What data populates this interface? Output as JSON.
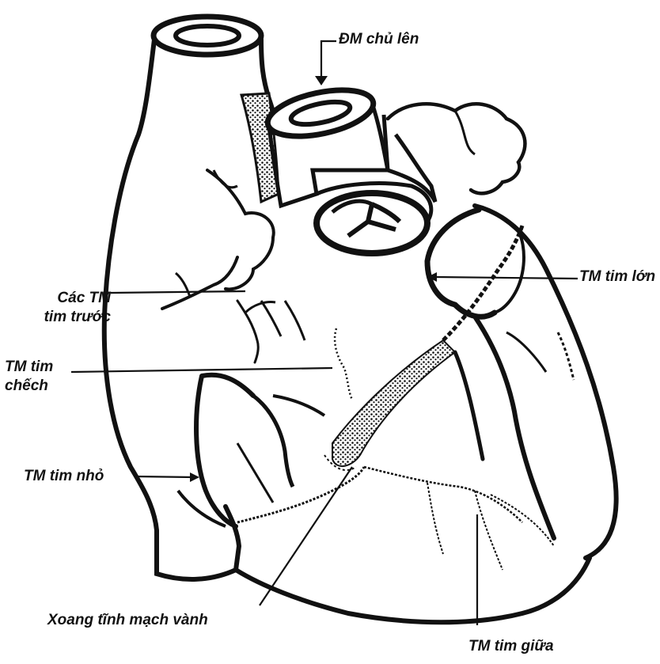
{
  "labels": {
    "aorta_ascending": "ĐM chủ lên",
    "great_cardiac_vein": "TM tim lớn",
    "anterior_cardiac_veins_line1": "Các TM",
    "anterior_cardiac_veins_line2": "tim trước",
    "oblique_vein_line1": "TM tim",
    "oblique_vein_line2": "chếch",
    "small_cardiac_vein": "TM tim nhỏ",
    "coronary_sinus": "Xoang tĩnh mạch vành",
    "middle_cardiac_vein": "TM tim giữa"
  },
  "colors": {
    "ink": "#111111",
    "background": "#ffffff"
  }
}
